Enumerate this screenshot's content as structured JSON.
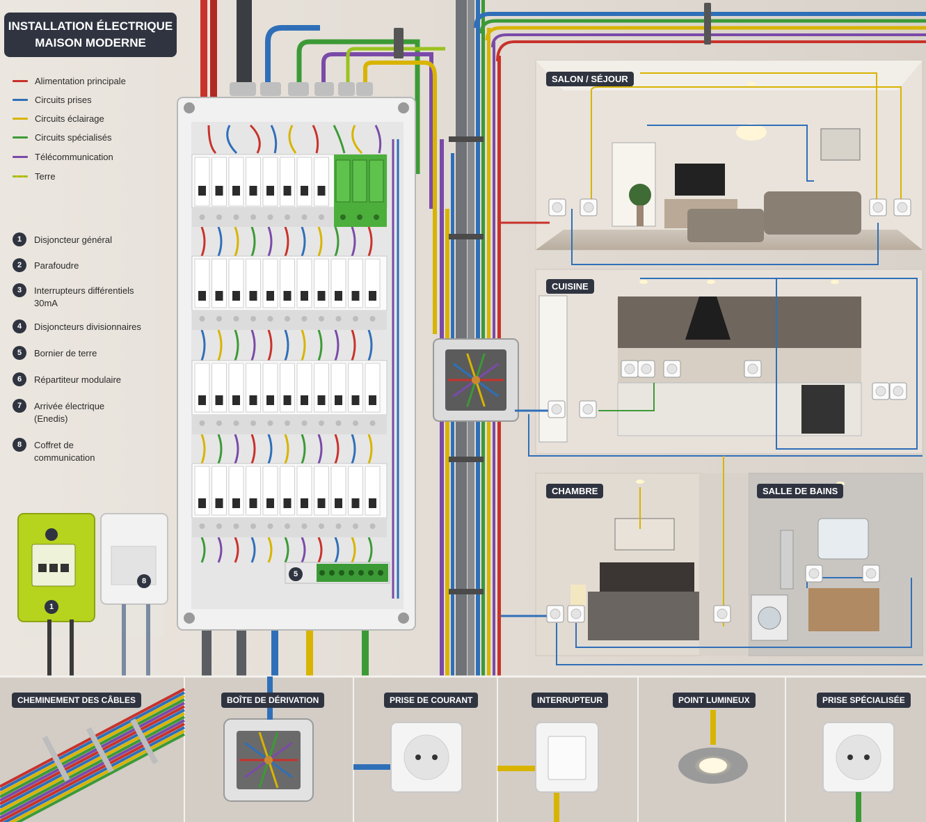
{
  "header": {
    "title_line1": "INSTALLATION ÉLECTRIQUE",
    "title_line2": "MAISON MODERNE"
  },
  "legend": [
    {
      "label": "Alimentation principale",
      "color": "#c8322b"
    },
    {
      "label": "Circuits prises",
      "color": "#2f6fb8"
    },
    {
      "label": "Circuits éclairage",
      "color": "#d8b400"
    },
    {
      "label": "Circuits spécialisés",
      "color": "#3c9a36"
    },
    {
      "label": "Télécommunication",
      "color": "#7a4aa8"
    },
    {
      "label": "Terre",
      "color": "#9ac21f"
    }
  ],
  "components": [
    {
      "num": "1",
      "label": "Disjoncteur général"
    },
    {
      "num": "2",
      "label": "Parafoudre"
    },
    {
      "num": "3",
      "label": "Interrupteurs différentiels 30mA"
    },
    {
      "num": "4",
      "label": "Disjoncteurs divisionnaires"
    },
    {
      "num": "5",
      "label": "Bornier de terre"
    },
    {
      "num": "6",
      "label": "Répartiteur modulaire"
    },
    {
      "num": "7",
      "label": "Arrivée électrique (Enedis)"
    },
    {
      "num": "8",
      "label": "Coffret de communication"
    }
  ],
  "badges": {
    "meter": "1",
    "comm_box": "8",
    "earth_bar": "5"
  },
  "rooms": {
    "salon": "SALON / SÉJOUR",
    "cuisine": "CUISINE",
    "chambre": "CHAMBRE",
    "salle_de_bains": "SALLE DE BAINS"
  },
  "bottom_panels": [
    "CHEMINEMENT DES CÂBLES",
    "BOÎTE DE DÉRIVATION",
    "PRISE DE COURANT",
    "INTERRUPTEUR",
    "POINT LUMINEUX",
    "PRISE SPÉCIALISÉE"
  ],
  "colors": {
    "tag_bg": "#2f3440",
    "meter": "#b6d31e",
    "breaker_green": "#4caf3c"
  }
}
